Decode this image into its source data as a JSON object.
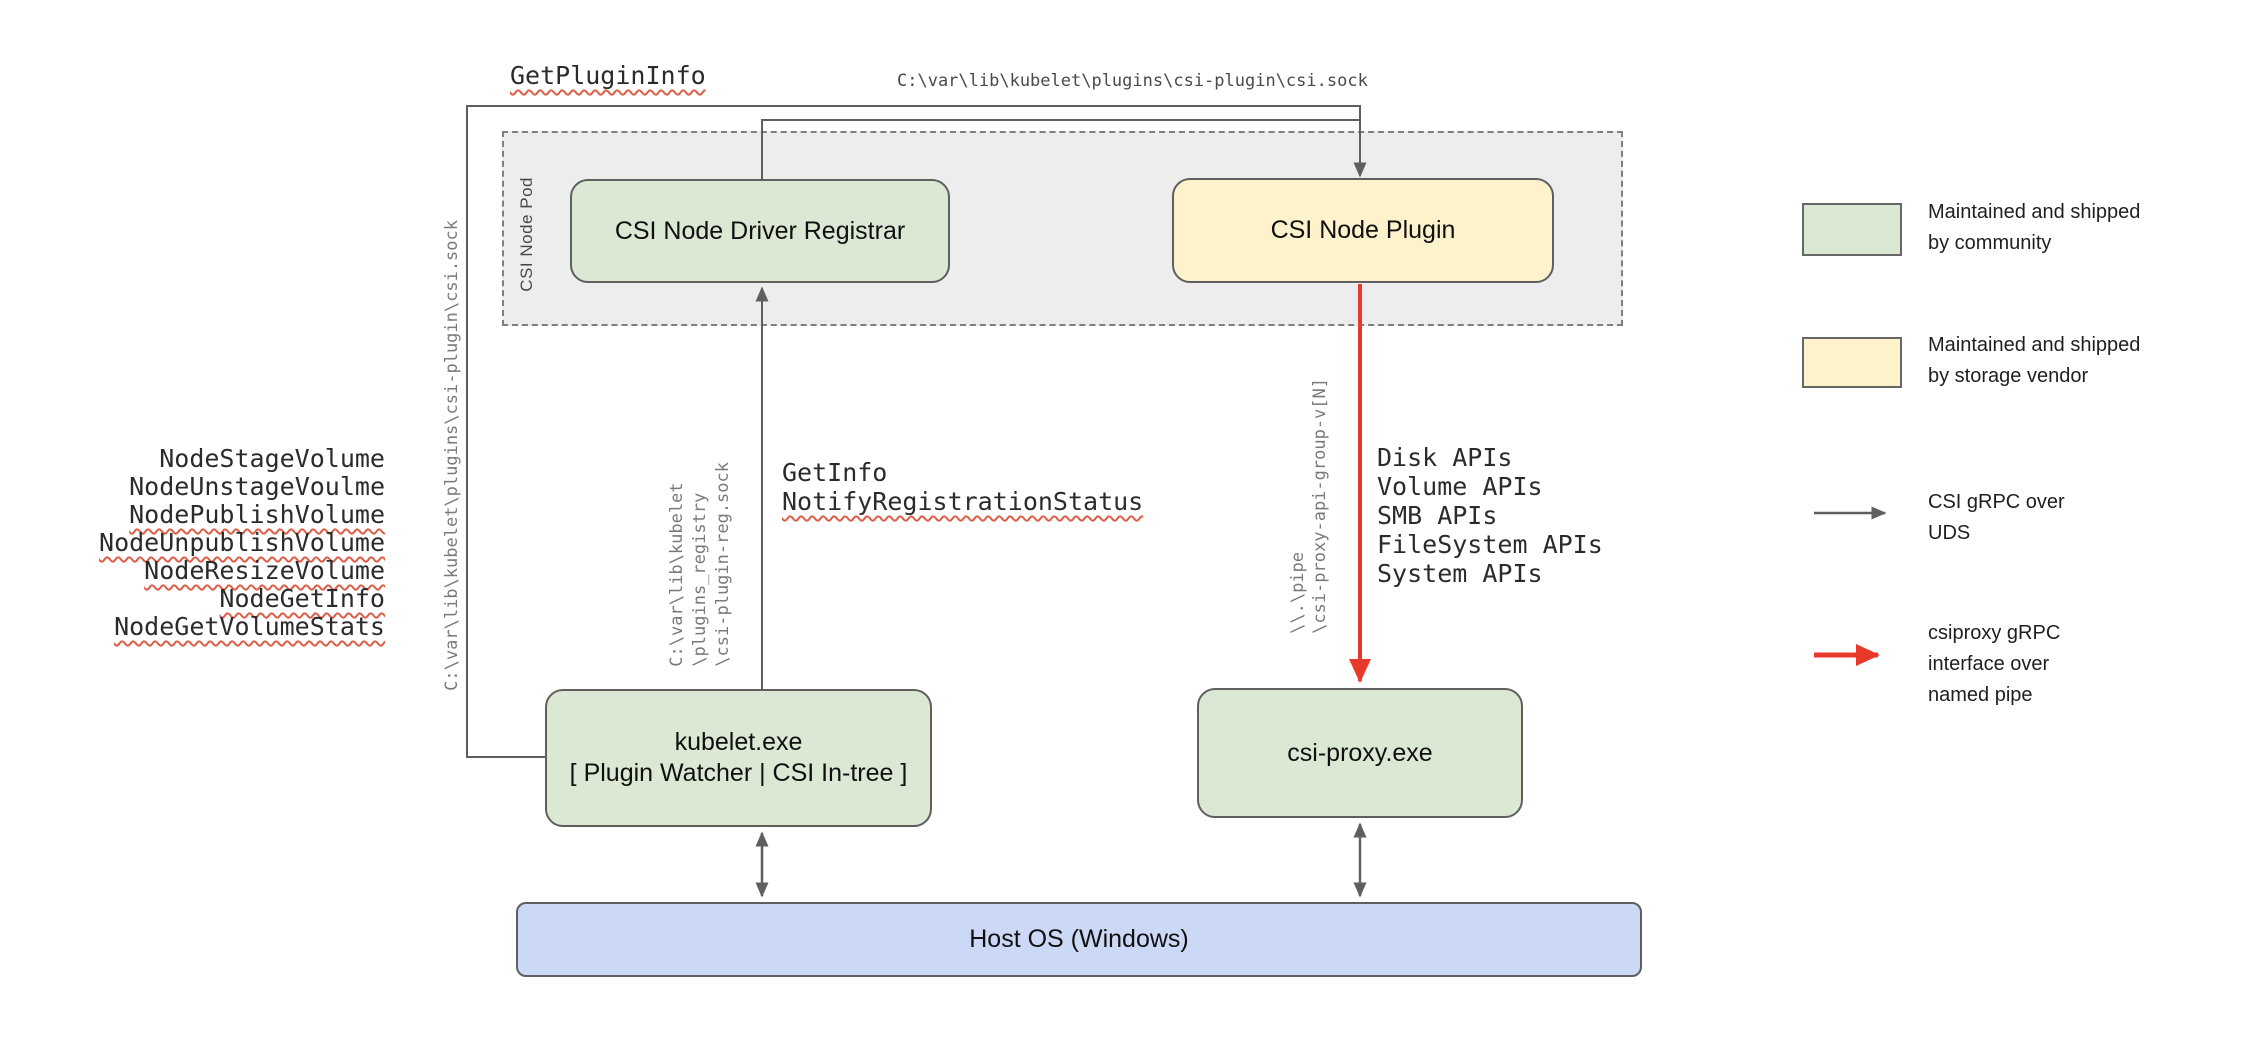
{
  "pod": {
    "label": "CSI Node Pod"
  },
  "boxes": {
    "registrar": {
      "label": "CSI Node Driver Registrar"
    },
    "plugin": {
      "label": "CSI Node Plugin"
    },
    "kubelet": {
      "line1": "kubelet.exe",
      "line2": "[ Plugin Watcher | CSI In-tree ]"
    },
    "csi_proxy": {
      "label": "csi-proxy.exe"
    },
    "host_os": {
      "label": "Host OS (Windows)"
    }
  },
  "annotations": {
    "get_plugin_info": "GetPluginInfo",
    "csi_sock_path_top": "C:\\var\\lib\\kubelet\\plugins\\csi-plugin\\csi.sock",
    "csi_sock_path_left": "C:\\var\\lib\\kubelet\\plugins\\csi-plugin\\csi.sock",
    "registration_sock_lines": [
      "C:\\var\\lib\\kubelet",
      "\\plugins_registry",
      "\\csi-plugin-reg.sock"
    ],
    "get_info": "GetInfo",
    "notify_registration_status": "NotifyRegistrationStatus",
    "named_pipe_lines": [
      "\\\\.\\pipe",
      "\\csi-proxy-api-group-v[N]"
    ],
    "node_methods": [
      {
        "text": "NodeStageVolume",
        "squiggle": false
      },
      {
        "text": "NodeUnstageVoulme",
        "squiggle": false
      },
      {
        "text": "NodePublishVolume",
        "squiggle": true
      },
      {
        "text": "NodeUnpublishVolume",
        "squiggle": true
      },
      {
        "text": "NodeResizeVolume",
        "squiggle": true
      },
      {
        "text": "NodeGetInfo",
        "squiggle": true
      },
      {
        "text": "NodeGetVolumeStats",
        "squiggle": true
      }
    ],
    "proxy_apis": [
      "Disk APIs",
      "Volume APIs",
      "SMB APIs",
      "FileSystem APIs",
      "System APIs"
    ]
  },
  "legend": {
    "items": [
      {
        "swatch": "green",
        "line1": "Maintained and shipped",
        "line2": "by community"
      },
      {
        "swatch": "yellow",
        "line1": "Maintained and shipped",
        "line2": "by storage vendor"
      },
      {
        "arrow": "gray",
        "line1": "CSI gRPC over",
        "line2": "UDS"
      },
      {
        "arrow": "red",
        "line1": "csiproxy gRPC",
        "line2": "interface over",
        "line3": "named pipe"
      }
    ]
  },
  "colors": {
    "community_green": "#dbe8d4",
    "vendor_yellow": "#fdf2cc",
    "host_blue": "#ccd9f6",
    "uds_arrow_gray": "#5f5f5f",
    "pipe_arrow_red": "#e8392b",
    "spellcheck_squiggle_red": "#dd5f4a"
  }
}
